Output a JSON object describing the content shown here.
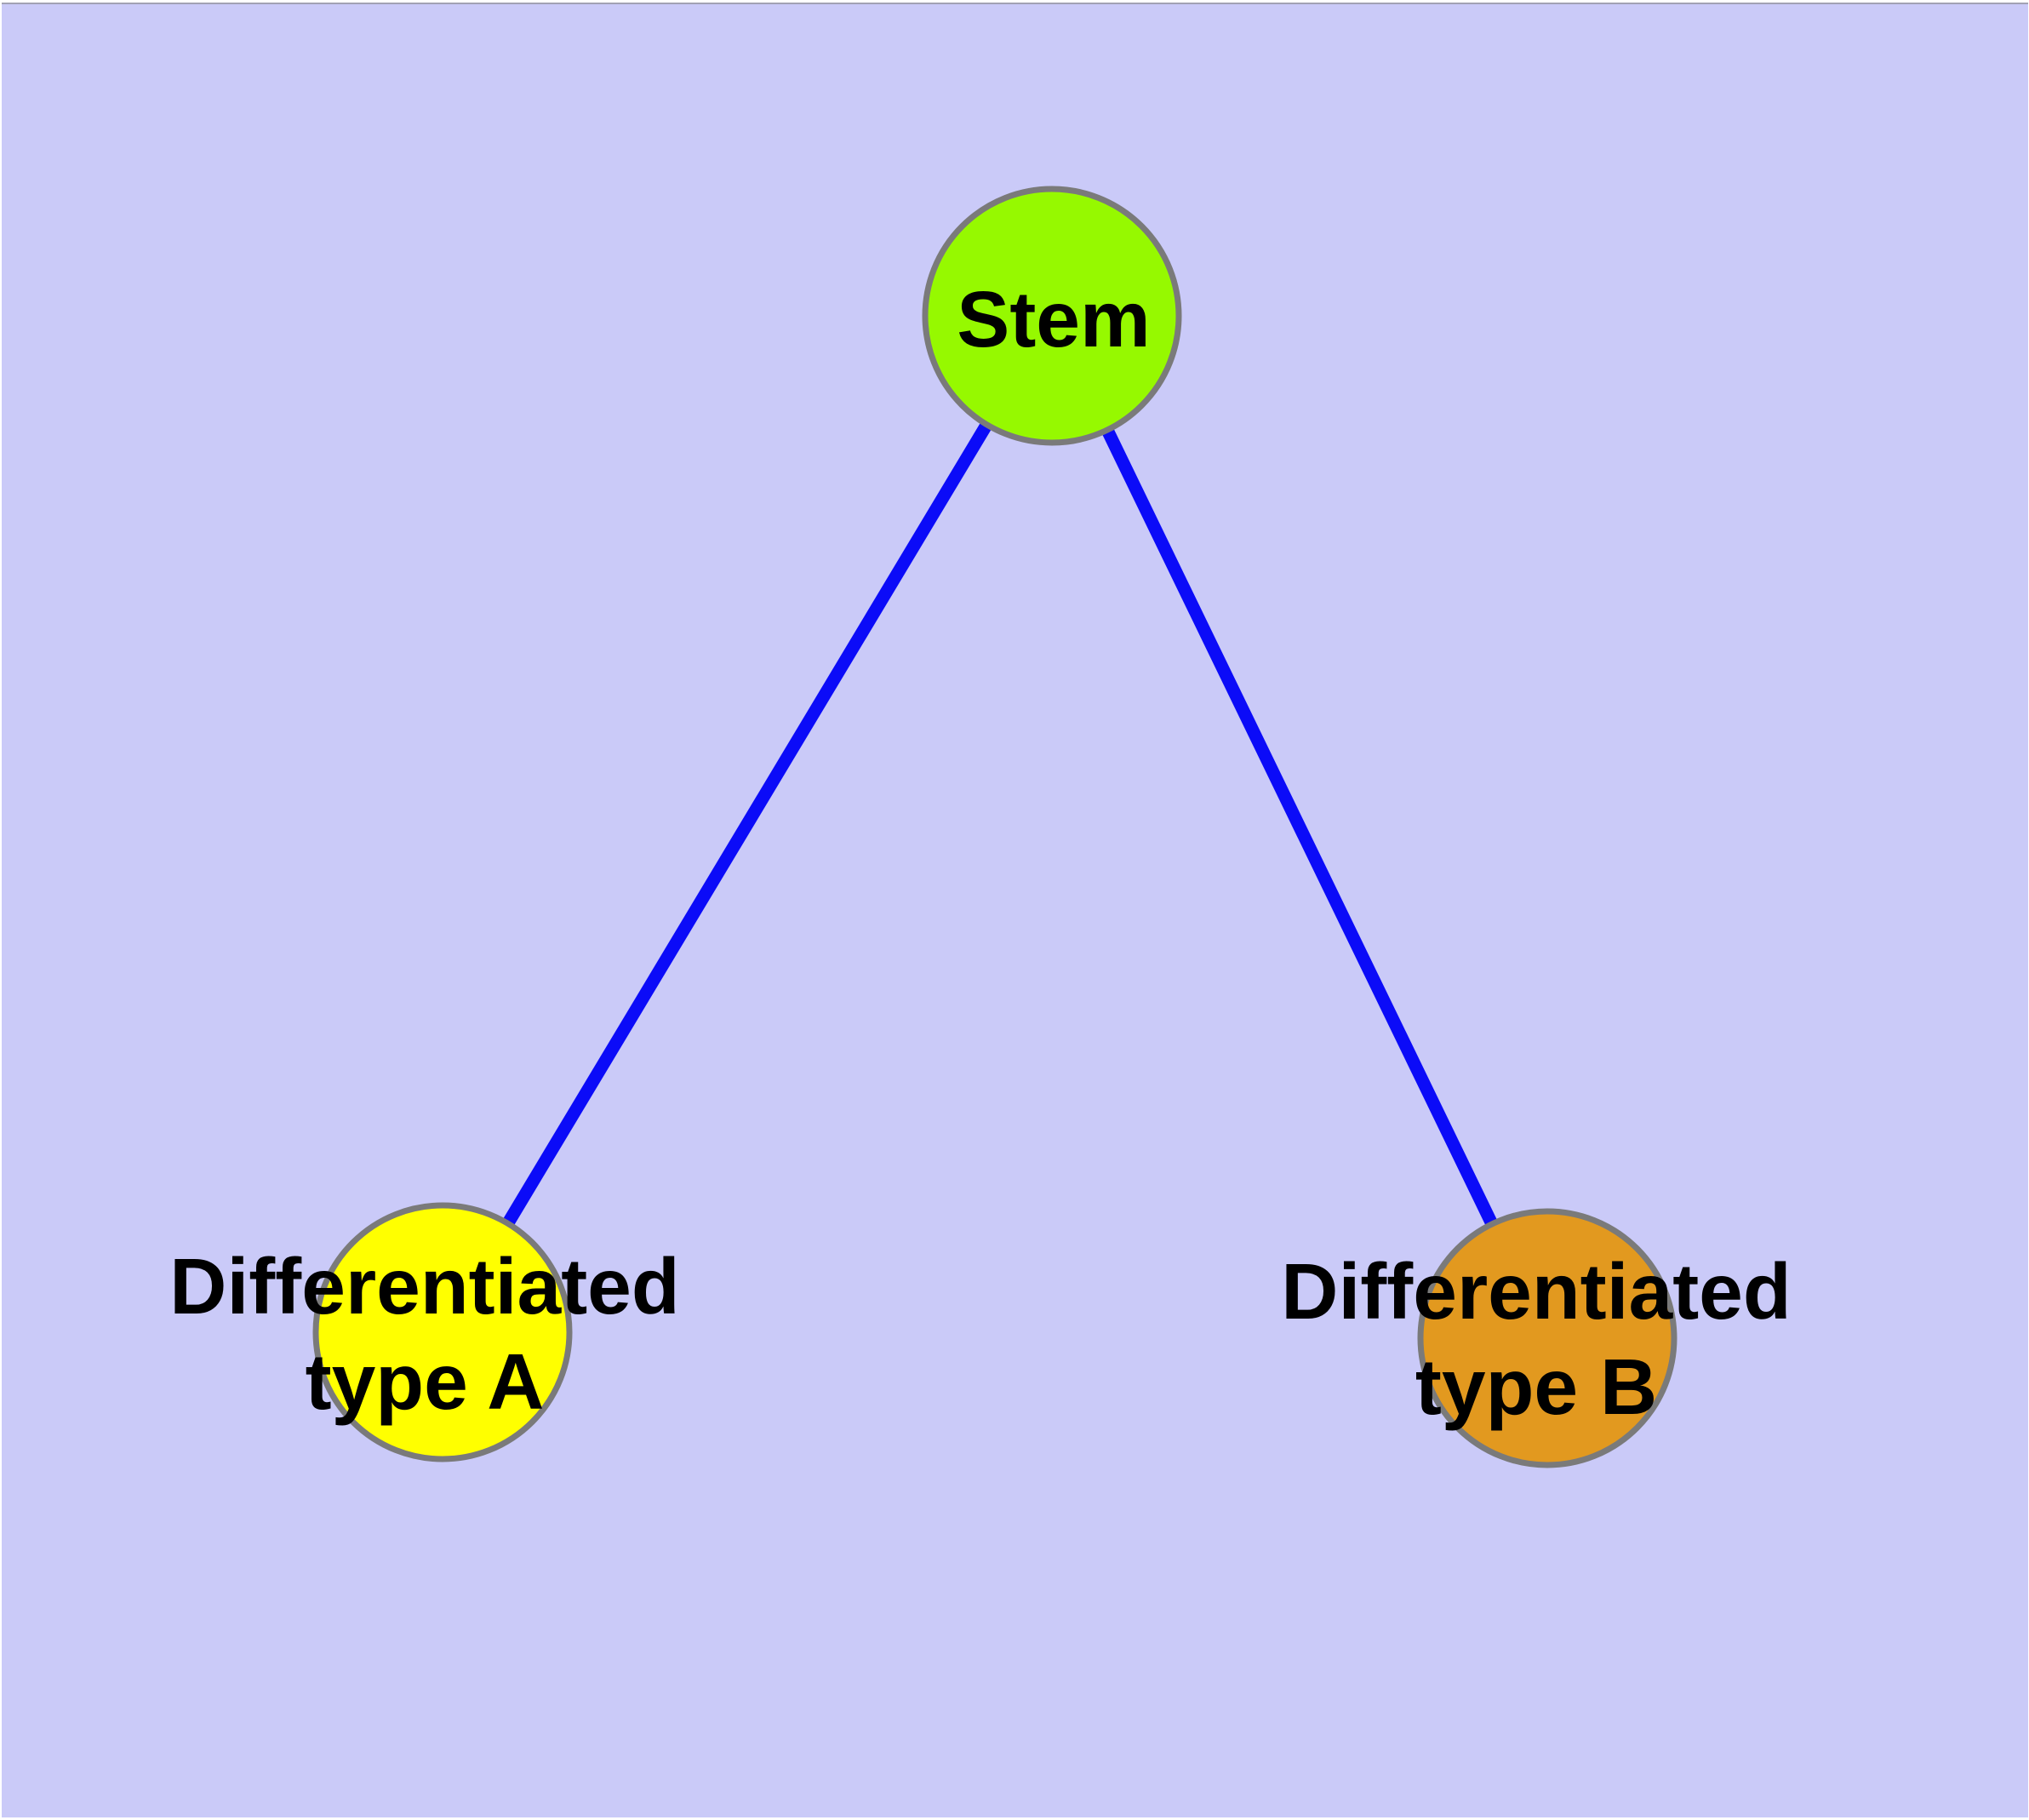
{
  "diagram": {
    "type": "graph",
    "description": "Stem cell differentiation graph with one stem node connected to two differentiated cell type nodes",
    "background_color": "#cacaf8",
    "edge_color": "#0b0bf8",
    "node_border_color": "#7a7a7a",
    "label_color": "#000000",
    "nodes": [
      {
        "id": "stem",
        "label": "Stem",
        "fill": "#96f900"
      },
      {
        "id": "type-a",
        "label": "Differentiated\ntype A",
        "fill": "#ffff00"
      },
      {
        "id": "type-b",
        "label": "Differentiated\ntype B",
        "fill": "#e2991f"
      }
    ],
    "edges": [
      {
        "source": "Stem",
        "target": "Differentiated type A"
      },
      {
        "source": "Stem",
        "target": "Differentiated type B"
      }
    ]
  }
}
